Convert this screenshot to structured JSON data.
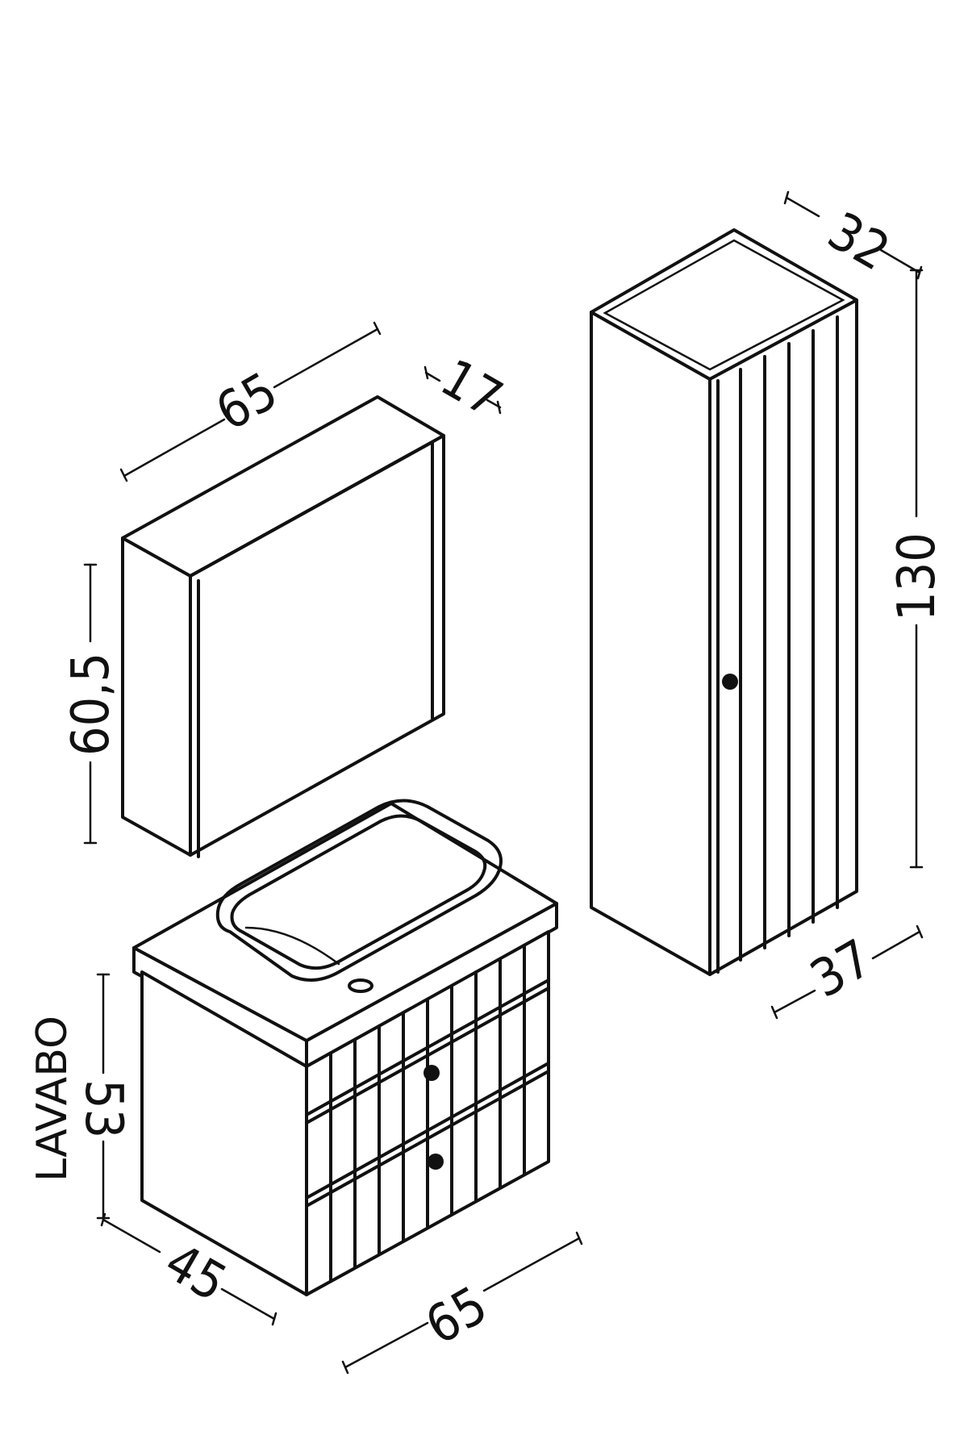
{
  "labels": {
    "lavabo": "LAVABO"
  },
  "mirror_cabinet": {
    "width": "65",
    "depth": "17",
    "height": "60,5"
  },
  "tall_cabinet": {
    "depth": "32",
    "height": "130",
    "width": "37"
  },
  "vanity_unit": {
    "height": "53",
    "depth": "45",
    "width": "65"
  },
  "colors": {
    "line": "#111111",
    "background": "#ffffff"
  }
}
